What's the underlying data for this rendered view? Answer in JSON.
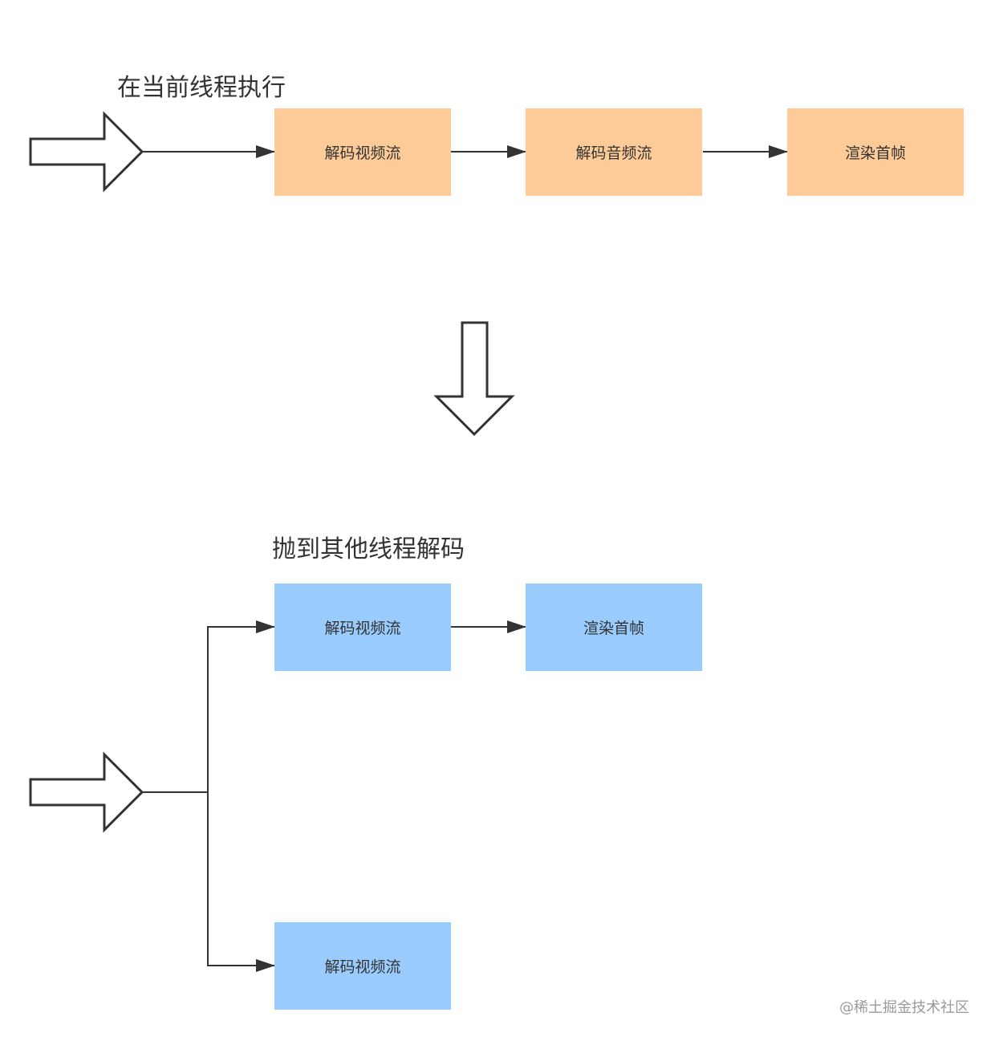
{
  "sections": {
    "top": {
      "title": "在当前线程执行",
      "steps": [
        "解码视频流",
        "解码音频流",
        "渲染首帧"
      ]
    },
    "bottom": {
      "title": "抛到其他线程解码",
      "steps": [
        "解码视频流",
        "渲染首帧",
        "解码视频流"
      ]
    }
  },
  "watermark": "@稀土掘金技术社区",
  "colors": {
    "current_thread_box": "#fdcb97",
    "other_thread_box": "#99cbfd",
    "line": "#333333"
  },
  "icons": [
    "block-arrow-right",
    "block-arrow-down",
    "block-arrow-right"
  ]
}
